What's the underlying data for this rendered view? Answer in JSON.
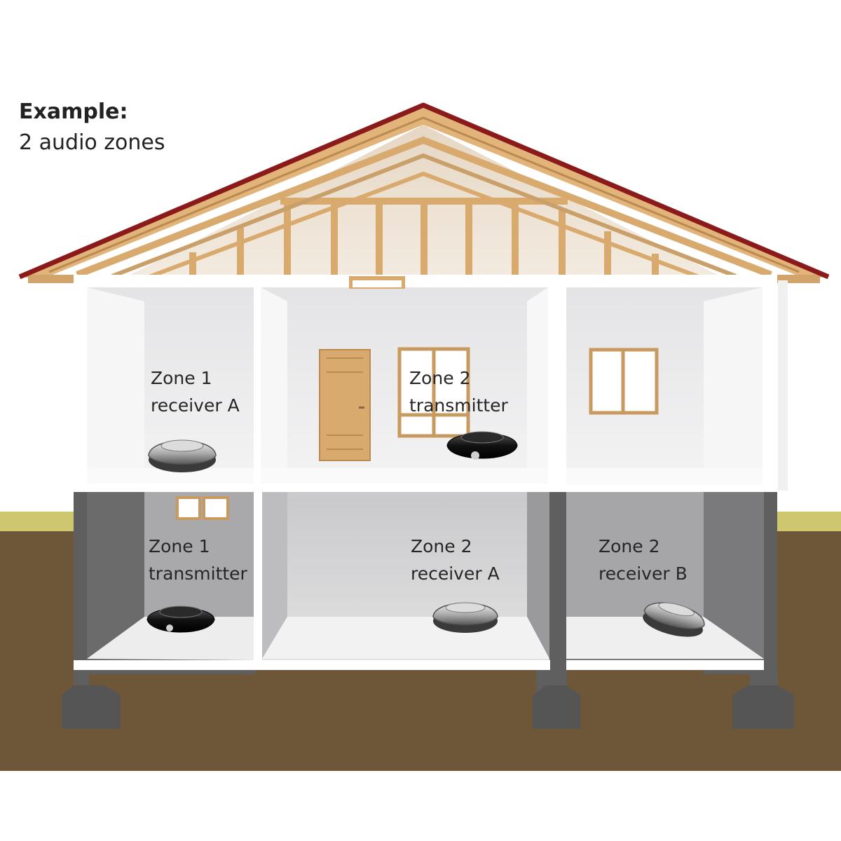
{
  "heading": {
    "title": "Example:",
    "subtitle": "2 audio zones"
  },
  "zones": [
    {
      "id": "zone1-receiver-a",
      "line1": "Zone 1",
      "line2": "receiver A",
      "device": "receiver"
    },
    {
      "id": "zone2-transmitter",
      "line1": "Zone 2",
      "line2": "transmitter",
      "device": "transmitter"
    },
    {
      "id": "zone1-transmitter",
      "line1": "Zone 1",
      "line2": "transmitter",
      "device": "transmitter"
    },
    {
      "id": "zone2-receiver-a",
      "line1": "Zone 2",
      "line2": "receiver A",
      "device": "receiver"
    },
    {
      "id": "zone2-receiver-b",
      "line1": "Zone 2",
      "line2": "receiver B",
      "device": "receiver"
    }
  ],
  "colors": {
    "roof": "#8b1a1a",
    "timber": "#d9aa6e",
    "ground": "#6e5738",
    "grass": "#cfc76f",
    "concrete": "#5f5f5f",
    "wall": "#ffffff"
  },
  "icons": [
    "receiver-device-icon",
    "transmitter-device-icon",
    "door-icon",
    "window-icon"
  ]
}
